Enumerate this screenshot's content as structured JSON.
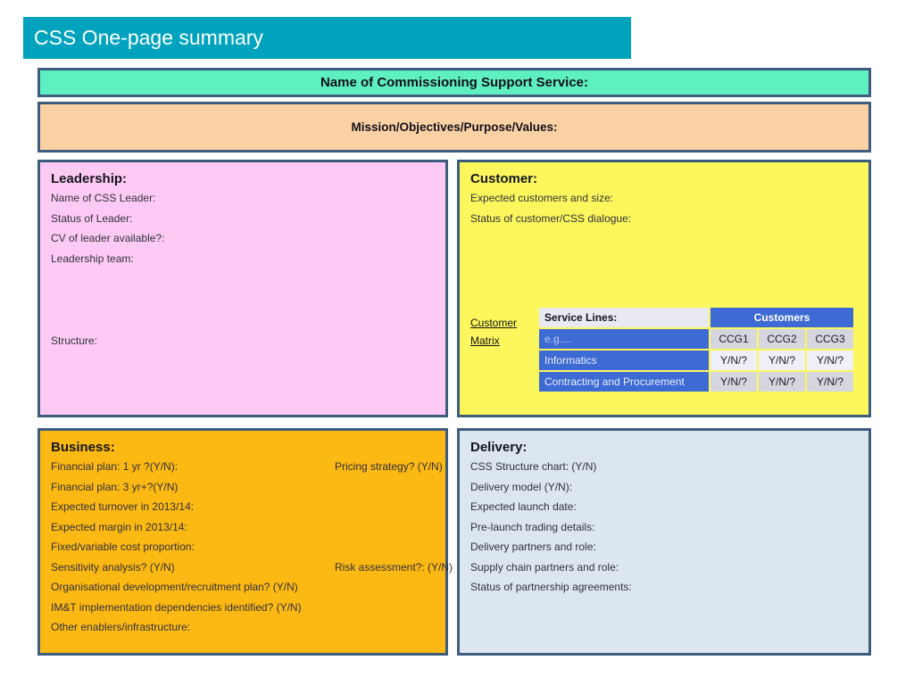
{
  "slide": {
    "title": "CSS One-page summary"
  },
  "theme": {
    "title_bar": "#00a3bd",
    "name_box_fill": "#5ff0c1",
    "mission_box_fill": "#fcd2a5",
    "leadership_fill": "#fccaf4",
    "customer_fill": "#fbf75c",
    "business_fill": "#fcb813",
    "delivery_fill": "#dce6f1",
    "box_border": "#3e5c7d",
    "table_blue": "#3e6bd3",
    "table_gray": "#d6d7de",
    "table_light": "#eef0f6"
  },
  "name_box": {
    "label": "Name of Commissioning Support Service:"
  },
  "mission_box": {
    "label": "Mission/Objectives/Purpose/Values:"
  },
  "leadership": {
    "heading": "Leadership:",
    "fields": [
      "Name of CSS Leader:",
      "Status of Leader:",
      "CV of leader available?:",
      "Leadership team:"
    ],
    "structure_label": "Structure:"
  },
  "customer": {
    "heading": "Customer:",
    "fields": [
      "Expected customers and size:",
      "Status of customer/CSS dialogue:"
    ],
    "matrix_label": "Customer Matrix",
    "table": {
      "col_header_left": "Service Lines:",
      "col_header_right": "Customers",
      "rows": [
        {
          "label": "e.g....",
          "cells": [
            "CCG1",
            "CCG2",
            "CCG3"
          ]
        },
        {
          "label": "Informatics",
          "cells": [
            "Y/N/?",
            "Y/N/?",
            "Y/N/?"
          ]
        },
        {
          "label": "Contracting and Procurement",
          "cells": [
            "Y/N/?",
            "Y/N/?",
            "Y/N/?"
          ]
        }
      ]
    }
  },
  "business": {
    "heading": "Business:",
    "rows": [
      {
        "left": "Financial plan: 1 yr ?(Y/N):",
        "right": "Pricing strategy? (Y/N)"
      },
      {
        "left": "Financial plan: 3 yr+?(Y/N)"
      },
      {
        "left": "Expected turnover in 2013/14:"
      },
      {
        "left": "Expected margin in 2013/14:"
      },
      {
        "left": "Fixed/variable cost proportion:"
      },
      {
        "left": "Sensitivity analysis? (Y/N)",
        "right": "Risk assessment?:  (Y/N)"
      },
      {
        "left": "Organisational development/recruitment plan? (Y/N)"
      },
      {
        "left": "IM&T implementation dependencies identified? (Y/N)"
      },
      {
        "left": "Other enablers/infrastructure:"
      }
    ]
  },
  "delivery": {
    "heading": "Delivery:",
    "fields": [
      "CSS Structure chart: (Y/N)",
      "Delivery model (Y/N):",
      "Expected launch date:",
      "Pre-launch trading details:",
      "Delivery partners and role:",
      "Supply chain partners and role:",
      "Status of partnership agreements:"
    ]
  }
}
